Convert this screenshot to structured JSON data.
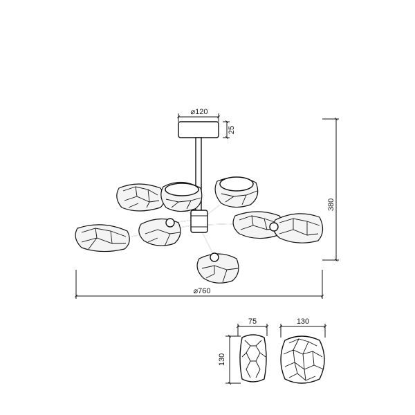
{
  "dimensions": {
    "canopy_diameter": "⌀120",
    "canopy_height": "25",
    "total_height": "380",
    "total_diameter": "⌀760",
    "shade_narrow_width": "75",
    "shade_narrow_height": "130",
    "shade_wide_width": "130",
    "shade_wide_height": "130"
  }
}
